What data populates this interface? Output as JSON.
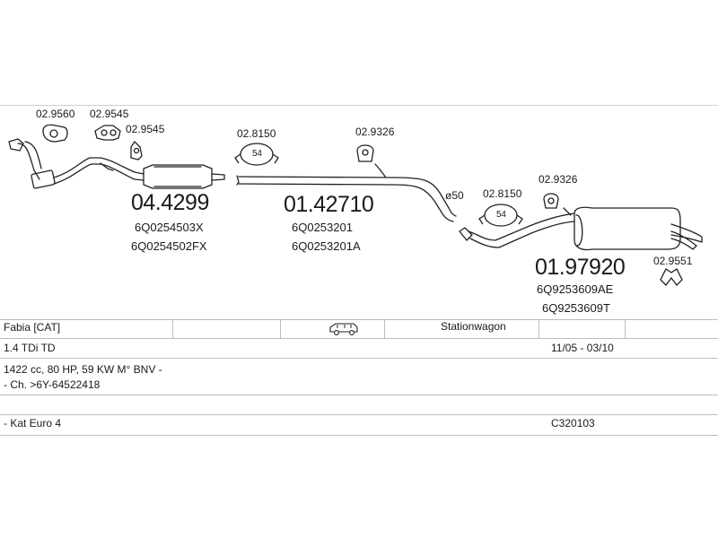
{
  "parts": {
    "p1": {
      "main": "04.4299",
      "oe1": "6Q0254503X",
      "oe2": "6Q0254502FX"
    },
    "p2": {
      "main": "01.42710",
      "oe1": "6Q0253201",
      "oe2": "6Q0253201A"
    },
    "p3": {
      "main": "01.97920",
      "oe1": "6Q9253609AE",
      "oe2": "6Q9253609T"
    }
  },
  "accessories": {
    "a1": "02.9560",
    "a2": "02.9545",
    "a3": "02.9545",
    "a4": "02.8150",
    "a5": "02.9326",
    "a6": "02.8150",
    "a7": "02.9326",
    "a8": "02.9551"
  },
  "clamp_size": "54",
  "diameter_label": "ø50",
  "table": {
    "row1": {
      "model": "Fabia  [CAT]",
      "body": "Stationwagon"
    },
    "row2": {
      "engine": "1.4 TDi TD",
      "years": "11/05 - 03/10"
    },
    "row3": {
      "spec": "1422 cc, 80 HP, 59 KW M° BNV -"
    },
    "row4": {
      "chassis": "- Ch. >6Y-64522418"
    },
    "row5": {
      "note": "- Kat Euro 4",
      "ref": "C320103"
    }
  },
  "icons": {
    "vehicle": "station-wagon-icon",
    "clamp": "clamp-icon",
    "gasket": "gasket-icon",
    "hanger": "rubber-hanger-icon"
  }
}
